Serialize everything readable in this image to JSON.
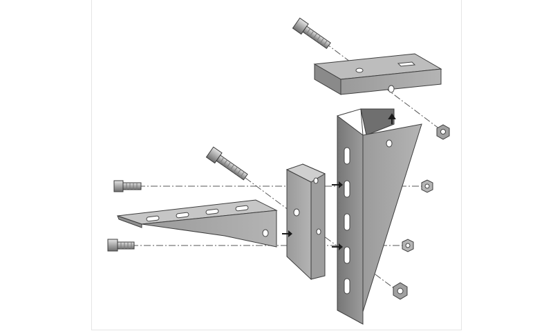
{
  "diagram": {
    "colors": {
      "background": "#ffffff",
      "panel_border": "#e4e4e4",
      "metal_face": "#a4a4a4",
      "metal_light": "#c2c2c2",
      "metal_dark": "#7d7d7d",
      "outline": "#3c3c3c",
      "hole": "#ffffff",
      "arrow": "#1a1a1a"
    },
    "parts": [
      "top-cap",
      "wall-bracket",
      "connector-plate",
      "cantilever-arm",
      "bolt",
      "nut"
    ]
  }
}
